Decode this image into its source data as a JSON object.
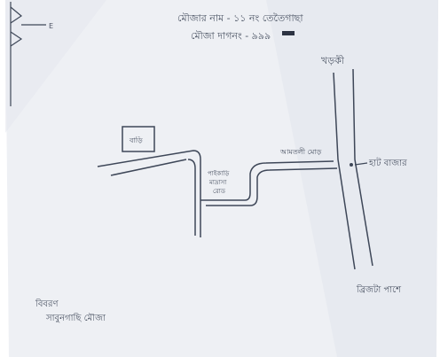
{
  "colors": {
    "paper": "#eef0f4",
    "paper_shadow": "#dadde6",
    "ink": "#3e4758",
    "frame": "#ffffff"
  },
  "header": {
    "line1": "মৌজার নাম - ১১ নং তেতৈগাছা",
    "line2": "মৌজা দাগনং - ৯৯৯"
  },
  "map": {
    "north_label": "খড়কী",
    "south_label": "ব্রিজটা পাশে",
    "east_label": "হাট বাজার",
    "junction_label": "আমতলী মোড়",
    "inner_label_1": "পাইকাড়ি",
    "inner_label_2": "মাদ্রাসা",
    "inner_label_3": "রোড",
    "house_label": "বাড়ি",
    "arrow_label": "E"
  },
  "footer": {
    "line1": "বিবরণ",
    "line2": "সাবুনগাছি মৌজা"
  }
}
